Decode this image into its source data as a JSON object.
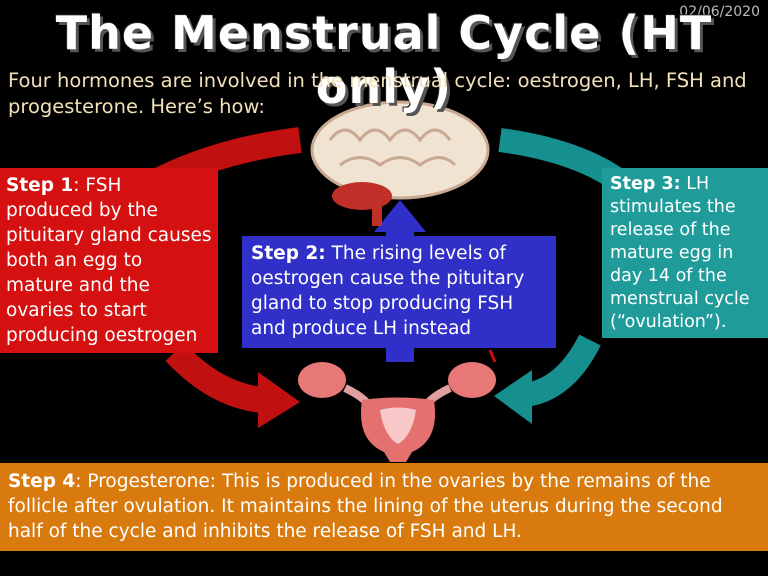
{
  "header": {
    "date": "02/06/2020",
    "title": "The Menstrual Cycle (HT only)",
    "intro": "Four hormones are involved in the menstrual cycle: oestrogen, LH, FSH and progesterone.  Here’s how:"
  },
  "steps": [
    {
      "label": "Step 1",
      "text": ": FSH produced by the pituitary gland causes both an egg to mature and the ovaries to start producing oestrogen"
    },
    {
      "label": "Step 2:",
      "text": " The rising levels of oestrogen cause the pituitary gland to stop producing FSH and produce LH instead"
    },
    {
      "label": "Step 3:",
      "text": " LH stimulates the release of the mature egg in day 14 of the menstrual cycle (“ovulation”)."
    },
    {
      "label": "Step 4",
      "text": ": Progesterone: This is produced in the ovaries by the remains of the follicle after ovulation.  It maintains the lining of the uterus during the second half of the cycle and inhibits the release of FSH and LH."
    }
  ],
  "colors": {
    "step1": "#d41010",
    "step2": "#3030c8",
    "step3": "#1f9c9a",
    "step4": "#d87a0e",
    "intro_text": "#f2e1b8"
  },
  "icons": [
    "brain-icon",
    "uterus-icon",
    "arrow-up-icon",
    "curved-arrow-icon"
  ]
}
